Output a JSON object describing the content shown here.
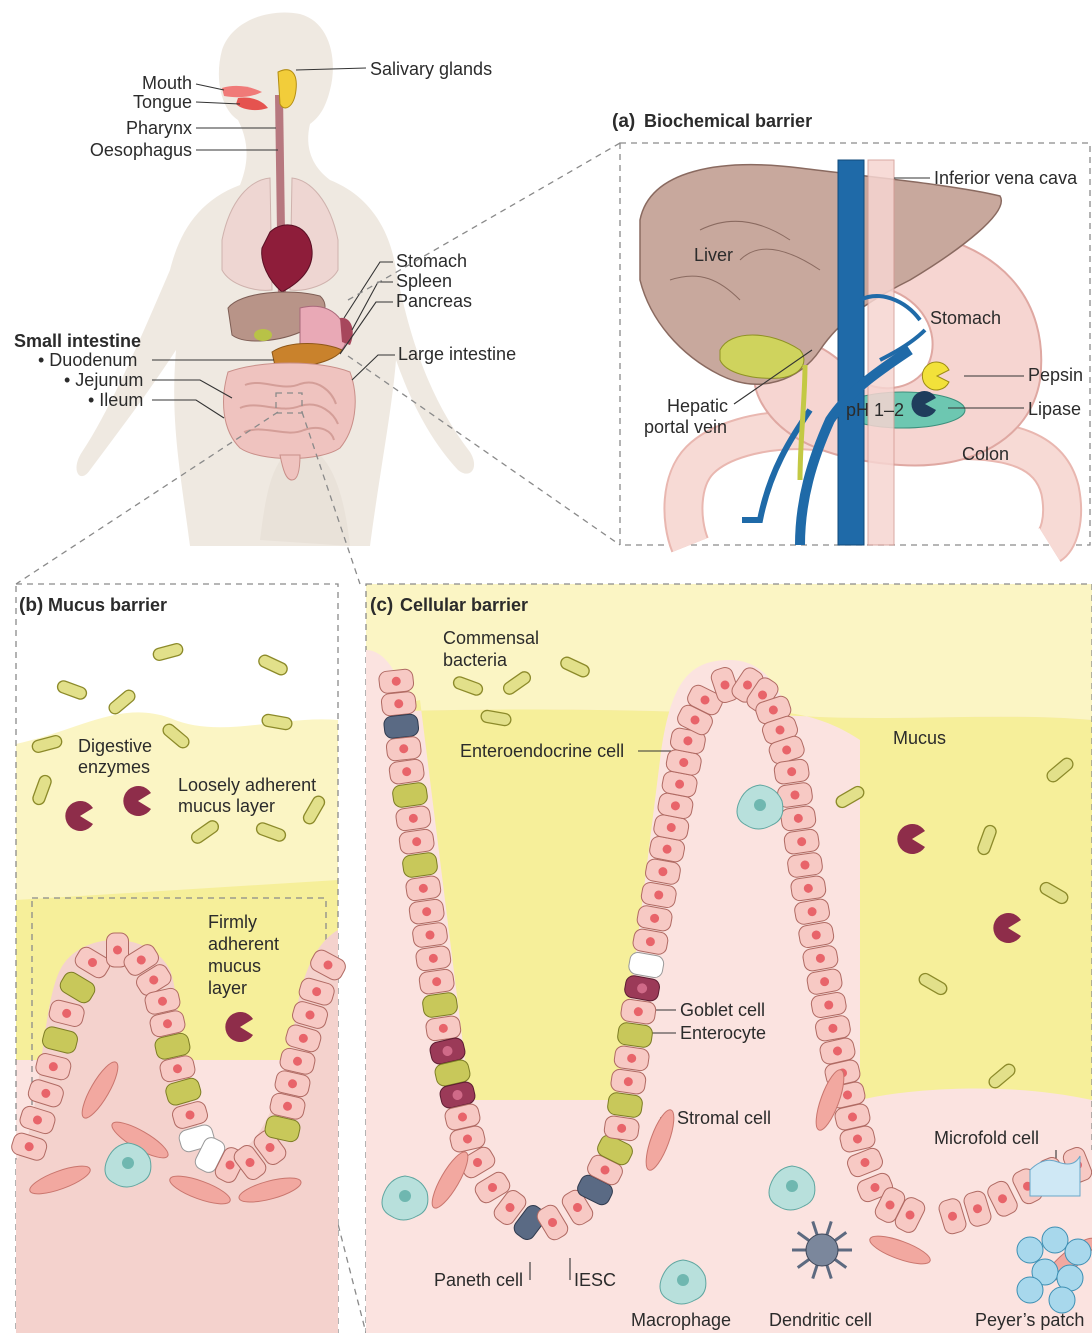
{
  "body_panel": {
    "labels": {
      "mouth": "Mouth",
      "tongue": "Tongue",
      "pharynx": "Pharynx",
      "oesophagus": "Oesophagus",
      "salivary_glands": "Salivary glands",
      "stomach": "Stomach",
      "spleen": "Spleen",
      "pancreas": "Pancreas",
      "large_intestine": "Large intestine",
      "small_intestine": "Small intestine",
      "duodenum": "• Duodenum",
      "jejunum": "• Jejunum",
      "ileum": "• Ileum"
    }
  },
  "panel_a": {
    "letter": "(a)",
    "title": "Biochemical barrier",
    "labels": {
      "inferior_vena_cava": "Inferior vena cava",
      "liver": "Liver",
      "stomach": "Stomach",
      "pepsin": "Pepsin",
      "lipase": "Lipase",
      "ph": "pH 1–2",
      "hepatic_portal_vein_line1": "Hepatic",
      "hepatic_portal_vein_line2": "portal vein",
      "colon": "Colon"
    }
  },
  "panel_b": {
    "letter": "(b)",
    "title": "Mucus barrier",
    "labels": {
      "digestive_enzymes_line1": "Digestive",
      "digestive_enzymes_line2": "enzymes",
      "loose_mucus_line1": "Loosely adherent",
      "loose_mucus_line2": "mucus layer",
      "firm_mucus_line1": "Firmly",
      "firm_mucus_line2": "adherent",
      "firm_mucus_line3": "mucus",
      "firm_mucus_line4": "layer"
    }
  },
  "panel_c": {
    "letter": "(c)",
    "title": "Cellular barrier",
    "labels": {
      "commensal_line1": "Commensal",
      "commensal_line2": "bacteria",
      "enteroendocrine": "Enteroendocrine cell",
      "mucus": "Mucus",
      "goblet": "Goblet cell",
      "enterocyte": "Enterocyte",
      "stromal": "Stromal cell",
      "microfold": "Microfold cell",
      "paneth": "Paneth cell",
      "iesc": "IESC",
      "macrophage": "Macrophage",
      "dendritic": "Dendritic cell",
      "peyers": "Peyer’s patch"
    }
  },
  "colors": {
    "mucus_yellow": "#f6ef9a",
    "lumen_pink": "#fbe3e0",
    "skin": "#efe9e1",
    "liver": "#c9a79b",
    "vein_blue": "#1f6aa8",
    "gallbladder": "#c9cf55",
    "bacteria": "#e2e08a",
    "enzyme": "#8e2d4a"
  }
}
